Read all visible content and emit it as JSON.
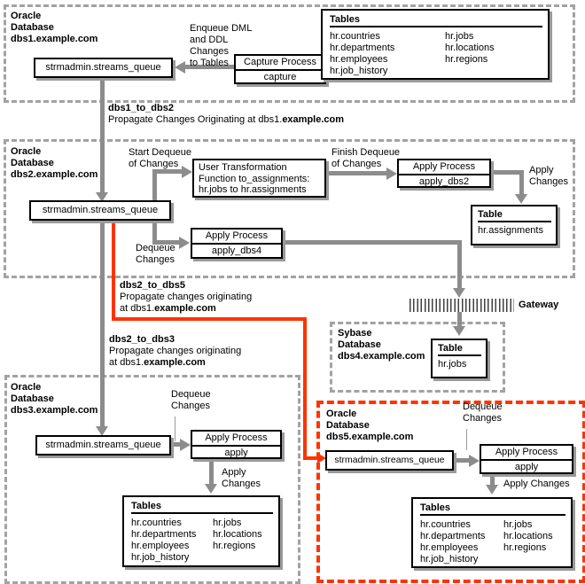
{
  "colors": {
    "accent_red": "#ff3300",
    "line_gray": "#8c8c8c",
    "dash_gray": "#a2a2a2"
  },
  "dbs1": {
    "title": "Oracle\nDatabase\ndbs1.example.com",
    "queue_label": "strmadmin.streams_queue",
    "enqueue_label": "Enqueue DML\nand DDL\nChanges\nto Tables",
    "capture": {
      "header": "Capture Process",
      "name": "capture"
    },
    "tables": {
      "header": "Tables",
      "col1": [
        "hr.countries",
        "hr.departments",
        "hr.employees",
        "hr.job_history"
      ],
      "col2": [
        "hr.jobs",
        "hr.locations",
        "hr.regions"
      ]
    }
  },
  "prop_dbs1_to_dbs2": {
    "name": "dbs1_to_dbs2",
    "desc_prefix": "Propagate Changes Originating at dbs1.",
    "desc_bold": "example.com"
  },
  "dbs2": {
    "title": "Oracle\nDatabase\ndbs2.example.com",
    "queue_label": "strmadmin.streams_queue",
    "start_dequeue_label": "Start Dequeue\nof Changes",
    "finish_dequeue_label": "Finish Dequeue\nof Changes",
    "transformation_label": "User Transformation\nFunction to_assignments:\nhr.jobs to hr.assignments",
    "apply_dbs2": {
      "header": "Apply Process",
      "name": "apply_dbs2"
    },
    "apply_dbs4": {
      "header": "Apply Process",
      "name": "apply_dbs4"
    },
    "dequeue_label": "Dequeue\nChanges",
    "apply_changes_label": "Apply\nChanges",
    "assignments_table": {
      "header": "Table",
      "name": "hr.assignments"
    }
  },
  "prop_dbs2_to_dbs5": {
    "name": "dbs2_to_dbs5",
    "desc_line1": "Propagate changes originating",
    "desc_prefix": "at dbs1.",
    "desc_bold": "example.com"
  },
  "prop_dbs2_to_dbs3": {
    "name": "dbs2_to_dbs3",
    "desc_line1": "Propagate changes originating",
    "desc_prefix": "at dbs1.",
    "desc_bold": "example.com"
  },
  "gateway": {
    "label": "Gateway"
  },
  "dbs4": {
    "title": "Sybase\nDatabase\ndbs4.example.com",
    "table": {
      "header": "Table",
      "name": "hr.jobs"
    }
  },
  "dbs3": {
    "title": "Oracle\nDatabase\ndbs3.example.com",
    "queue_label": "strmadmin.streams_queue",
    "dequeue_label": "Dequeue\nChanges",
    "apply": {
      "header": "Apply Process",
      "name": "apply"
    },
    "apply_changes_label": "Apply\nChanges",
    "tables": {
      "header": "Tables",
      "col1": [
        "hr.countries",
        "hr.departments",
        "hr.employees",
        "hr.job_history"
      ],
      "col2": [
        "hr.jobs",
        "hr.locations",
        "hr.regions"
      ]
    }
  },
  "dbs5": {
    "title": "Oracle\nDatabase\ndbs5.example.com",
    "queue_label": "strmadmin.streams_queue",
    "dequeue_label": "Dequeue\nChanges",
    "apply": {
      "header": "Apply Process",
      "name": "apply"
    },
    "apply_changes_label": "Apply Changes",
    "tables": {
      "header": "Tables",
      "col1": [
        "hr.countries",
        "hr.departments",
        "hr.employees",
        "hr.job_history"
      ],
      "col2": [
        "hr.jobs",
        "hr.locations",
        "hr.regions"
      ]
    }
  }
}
